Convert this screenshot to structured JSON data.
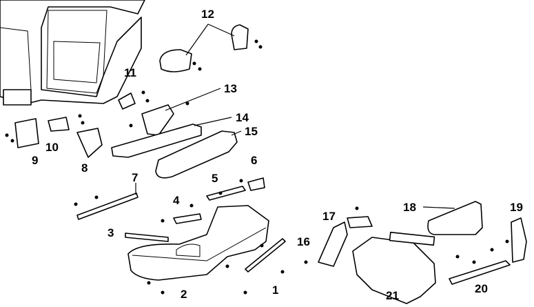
{
  "diagram": {
    "type": "exploded-parts-view",
    "callouts": [
      "1",
      "2",
      "3",
      "4",
      "5",
      "6",
      "7",
      "8",
      "9",
      "10",
      "11",
      "12",
      "13",
      "14",
      "15",
      "16",
      "17",
      "18",
      "19",
      "20",
      "21"
    ]
  }
}
